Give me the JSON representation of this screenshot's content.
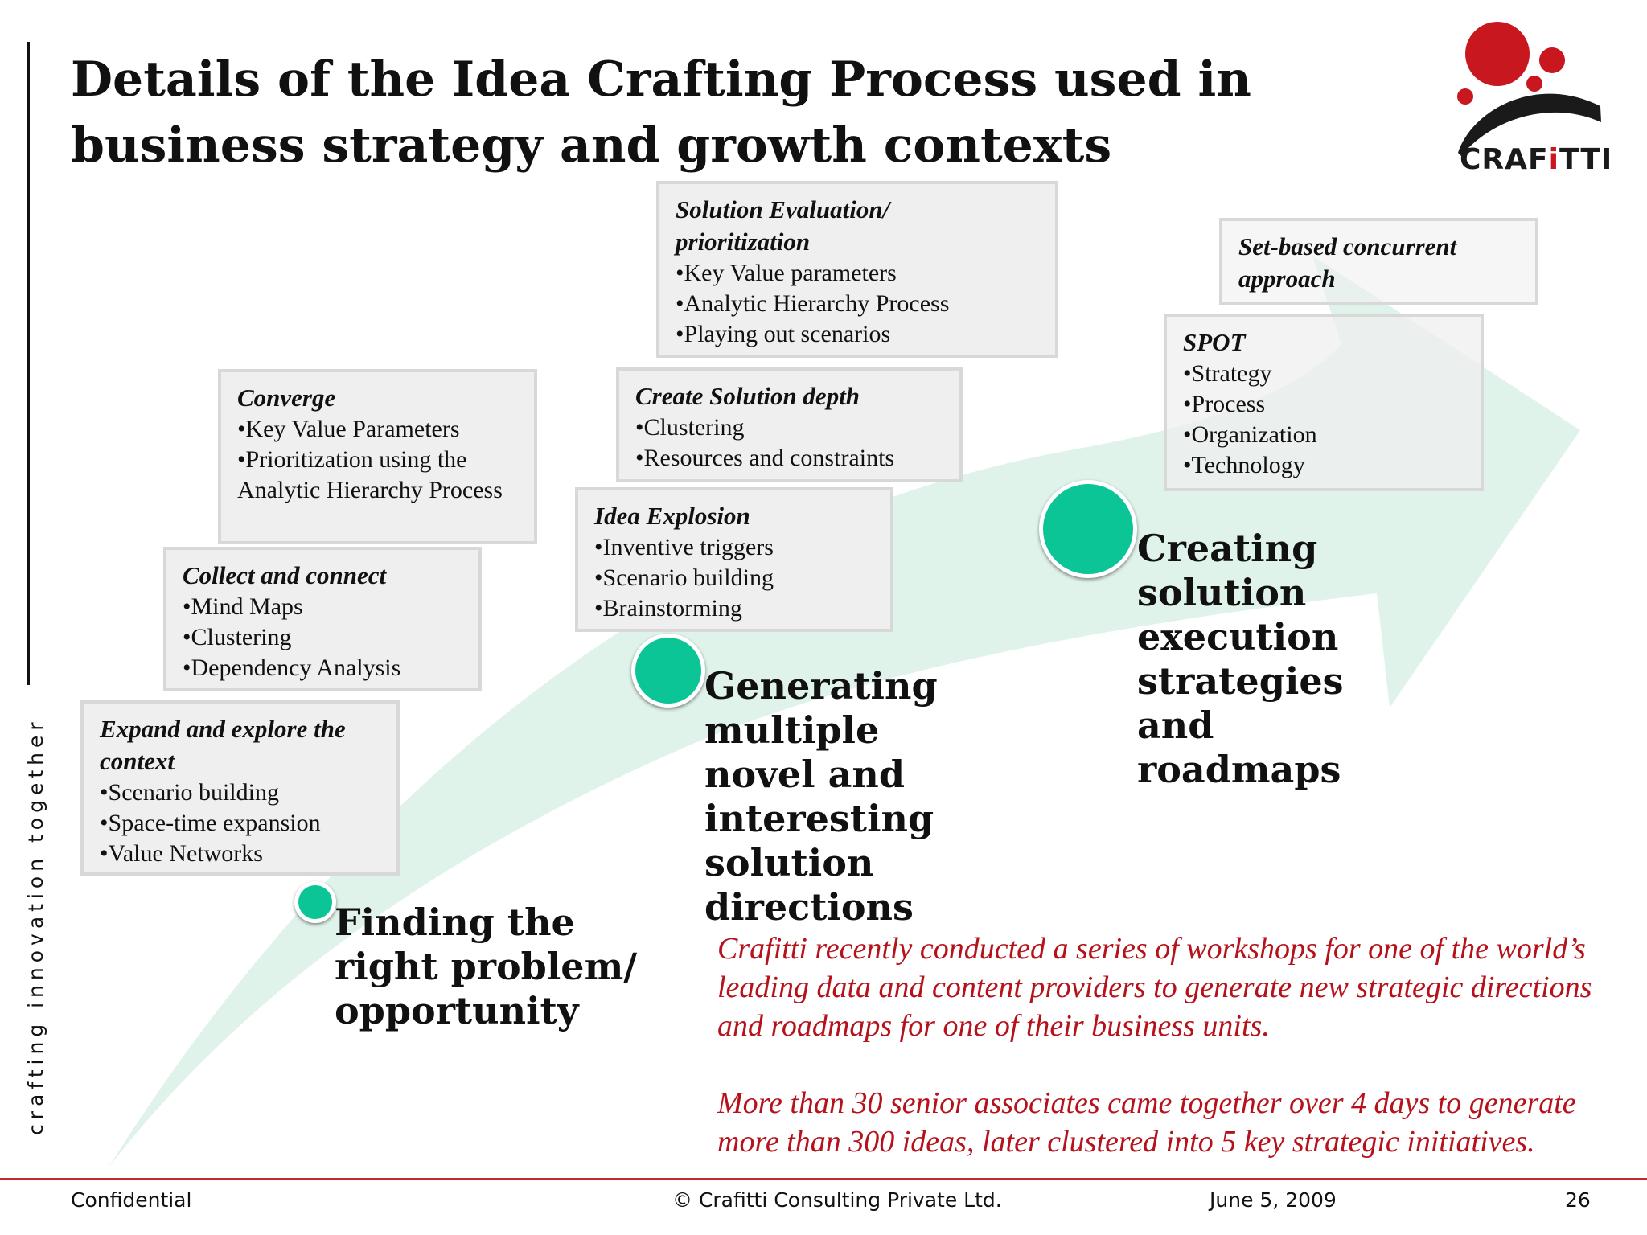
{
  "title": "Details of the Idea Crafting Process used in business strategy and growth contexts",
  "side_tagline": "crafting innovation together",
  "logo": {
    "text_main": "CRAF",
    "text_accent": "i",
    "text_end": "TTI",
    "brand_red": "#c8171e"
  },
  "colors": {
    "arrow": "#dff3ea",
    "dot": "#0cc596",
    "accent_red": "#b5121b",
    "box_bg": "#efefef"
  },
  "boxes": {
    "expand": {
      "heading": "Expand and explore the context",
      "items": [
        "•Scenario building",
        "•Space-time expansion",
        "•Value Networks"
      ]
    },
    "collect": {
      "heading": "Collect and connect",
      "items": [
        "•Mind Maps",
        "•Clustering",
        "•Dependency Analysis"
      ]
    },
    "converge": {
      "heading": "Converge",
      "items": [
        "•Key Value Parameters",
        "•Prioritization using the Analytic Hierarchy Process"
      ]
    },
    "idea": {
      "heading": "Idea Explosion",
      "items": [
        "•Inventive triggers",
        "•Scenario building",
        "•Brainstorming"
      ]
    },
    "depth": {
      "heading": "Create Solution depth",
      "items": [
        "•Clustering",
        "•Resources and constraints"
      ]
    },
    "evaluation": {
      "heading": "Solution Evaluation/ prioritization",
      "items": [
        "•Key Value parameters",
        "•Analytic Hierarchy Process",
        "•Playing out scenarios"
      ]
    },
    "spot": {
      "heading": "SPOT",
      "items": [
        "•Strategy",
        "•Process",
        "•Organization",
        "•Technology"
      ]
    },
    "setbased": {
      "heading": "Set-based concurrent approach"
    }
  },
  "phases": {
    "finding": "Finding the right problem/ opportunity",
    "generating": "Generating multiple novel and interesting solution directions",
    "creating": "Creating solution execution strategies and roadmaps"
  },
  "case_study": {
    "p1": "Crafitti recently conducted a series of workshops for one of the world’s leading data and content providers to generate new strategic directions and roadmaps for one of their business units.",
    "p2": "More than 30 senior associates came together over 4 days to generate more than 300 ideas, later clustered into 5 key strategic initiatives."
  },
  "footer": {
    "left": "Confidential",
    "center": "© Crafitti Consulting Private Ltd.",
    "date": "June 5, 2009",
    "page": "26"
  }
}
